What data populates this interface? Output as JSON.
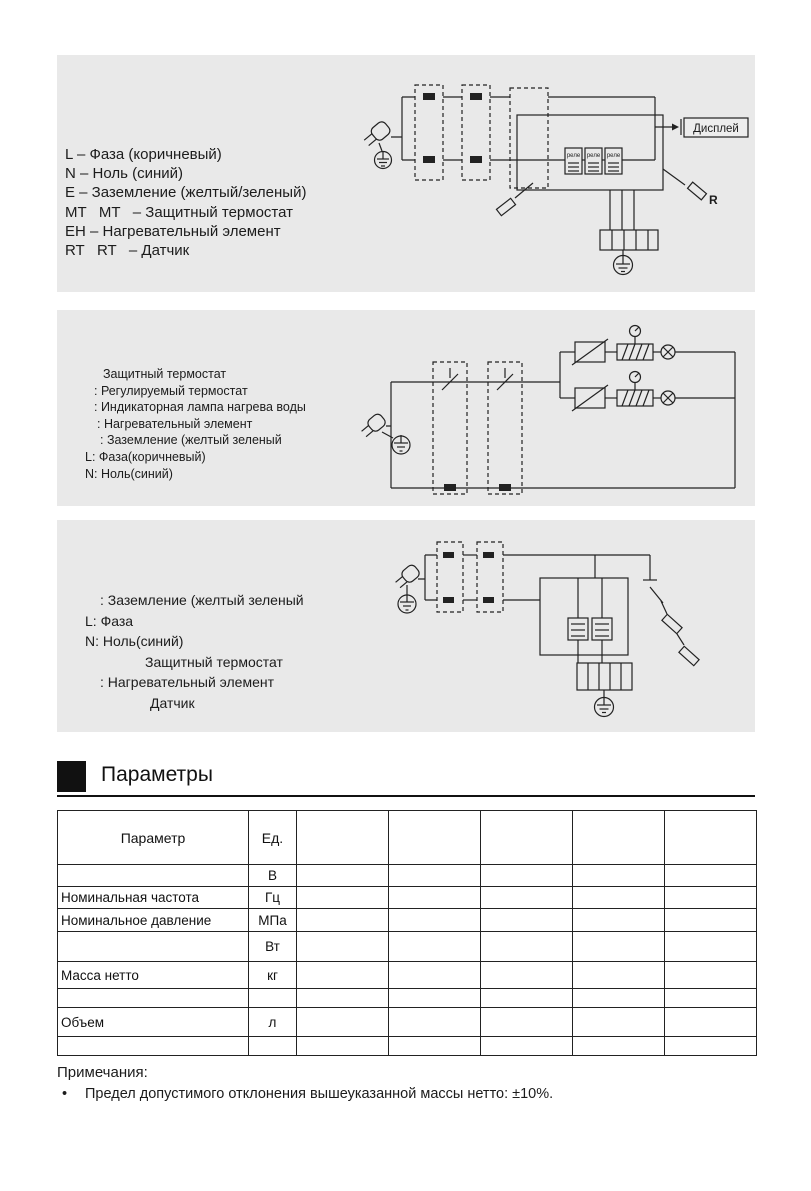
{
  "panels": [
    {
      "legend": [
        "L – Фаза (коричневый)",
        "N – Ноль (синий)",
        "E – Заземление (желтый/зеленый)",
        "MT   MT   – Защитный термостат",
        "EH – Нагревательный элемент",
        "RT   RT   – Датчик"
      ],
      "diagram": {
        "display_label": "Дисплей",
        "relay_label": "реле",
        "r_label": "R"
      }
    },
    {
      "legend": [
        "Защитный термостат",
        ": Регулируемый термостат",
        ": Индикаторная лампа нагрева воды",
        ": Нагревательный элемент",
        ": Заземление (желтый зеленый",
        "L: Фаза(коричневый)",
        "N: Ноль(синий)"
      ]
    },
    {
      "legend": [
        ": Заземление (желтый зеленый",
        "L: Фаза",
        "N: Ноль(синий)",
        "Защитный термостат",
        ": Нагревательный элемент",
        "Датчик"
      ]
    }
  ],
  "section": {
    "title": "Параметры"
  },
  "table": {
    "headers": [
      "Параметр",
      "Ед.",
      "",
      "",
      "",
      "",
      ""
    ],
    "rows": [
      [
        "",
        "В",
        "",
        "",
        "",
        "",
        ""
      ],
      [
        "Номинальная частота",
        "Гц",
        "",
        "",
        "",
        "",
        ""
      ],
      [
        "Номинальное давление",
        "МПа",
        "",
        "",
        "",
        "",
        ""
      ],
      [
        "",
        "Вт",
        "",
        "",
        "",
        "",
        ""
      ],
      [
        "Масса нетто",
        "кг",
        "",
        "",
        "",
        "",
        ""
      ],
      [
        "",
        "",
        "",
        "",
        "",
        "",
        ""
      ],
      [
        "Объем",
        "л",
        "",
        "",
        "",
        "",
        ""
      ],
      [
        "",
        "",
        "",
        "",
        "",
        "",
        ""
      ]
    ]
  },
  "notes": {
    "heading": "Примечания:",
    "bullet_marker": "•",
    "items": [
      "Предел допустимого отклонения вышеуказанной массы нетто:  ±10%."
    ]
  },
  "colors": {
    "panel_bg": "#e9e9e9",
    "ink": "#1c1c1c"
  }
}
